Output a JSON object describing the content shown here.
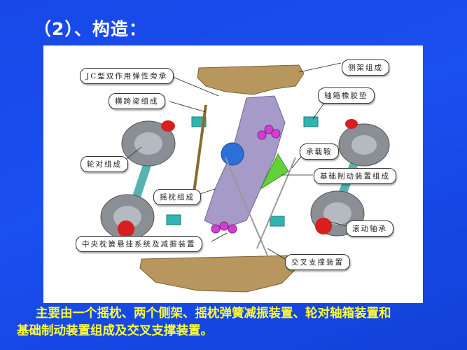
{
  "slide": {
    "title": "（2）、构造：",
    "caption_line1": "主要由一个摇枕、两个侧架、摇枕弹簧减振装置、轮对轴箱装置和",
    "caption_line2": "基础制动装置组成及交叉支撑装置。",
    "colors": {
      "background": "#1a4ff0",
      "title": "#ffffff",
      "caption": "#ffff33",
      "panel": "#ffffff"
    }
  },
  "diagram": {
    "subject": "bogie-3d-exploded-view",
    "labels": [
      {
        "id": "jc-bearing",
        "text": "JC型双作用弹性旁承"
      },
      {
        "id": "cross-beam",
        "text": "横跨梁组成"
      },
      {
        "id": "side-frame",
        "text": "侧架组成"
      },
      {
        "id": "axlebox-pad",
        "text": "轴箱橡胶垫"
      },
      {
        "id": "wheelset",
        "text": "轮对组成"
      },
      {
        "id": "adapter",
        "text": "承载鞍"
      },
      {
        "id": "brake",
        "text": "基础制动装置组成"
      },
      {
        "id": "bolster",
        "text": "摇枕组成"
      },
      {
        "id": "bearing",
        "text": "滚动轴承"
      },
      {
        "id": "spring",
        "text": "中央枕簧悬挂系统及减振装置"
      },
      {
        "id": "cross-brace",
        "text": "交叉支撑装置"
      }
    ]
  }
}
